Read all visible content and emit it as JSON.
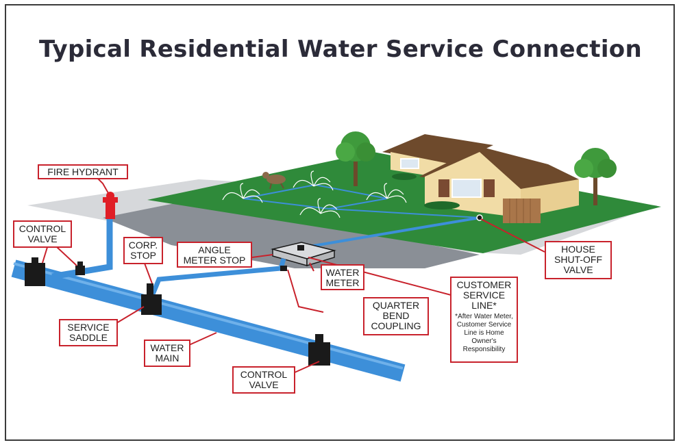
{
  "title": "Typical Residential Water Service Connection",
  "labels": {
    "fire_hydrant": "FIRE HYDRANT",
    "control_valve_left": "CONTROL VALVE",
    "corp_stop": "CORP. STOP",
    "angle_meter_stop": "ANGLE METER STOP",
    "water_meter": "WATER METER",
    "house_shutoff_valve": "HOUSE SHUT-OFF VALVE",
    "customer_service_line": "CUSTOMER SERVICE LINE*",
    "customer_service_line_note": "*After Water Meter, Customer Service Line is Home Owner's Responsibility",
    "quarter_bend_coupling": "QUARTER BEND COUPLING",
    "service_saddle": "SERVICE SADDLE",
    "water_main": "WATER MAIN",
    "control_valve_bottom": "CONTROL VALVE"
  },
  "colors": {
    "pipe_blue": "#3d8fd9",
    "callout_red": "#c8212b",
    "lawn_green": "#2f8a3a",
    "street_gray": "#8a8f96",
    "roof_brown": "#6e4a2c",
    "wall_cream": "#f1dca6",
    "title_text": "#2b2b38"
  }
}
